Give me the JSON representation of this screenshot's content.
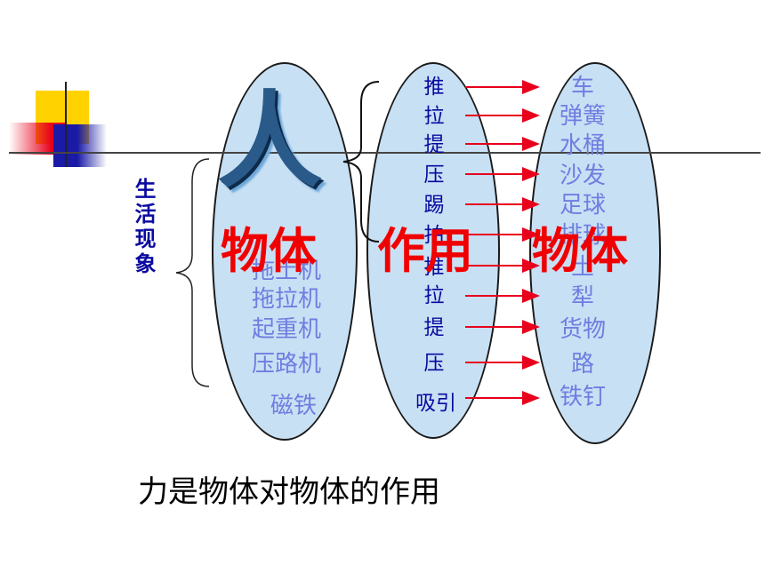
{
  "left_label": "生活现象",
  "people_char": "人",
  "agents": [
    "拖土机",
    "拖拉机",
    "起重机",
    "压路机",
    "磁铁"
  ],
  "actions": [
    "推",
    "拉",
    "提",
    "压",
    "踢",
    "拍",
    "推",
    "拉",
    "提",
    "压",
    "吸引"
  ],
  "receivers": [
    "车",
    "弹簧",
    "水桶",
    "沙发",
    "足球",
    "排球",
    "土",
    "犁",
    "货物",
    "路",
    "铁钉"
  ],
  "overlay": {
    "left": "物体",
    "middle": "作用",
    "right": "物体"
  },
  "conclusion": "力是物体对物体的作用"
}
